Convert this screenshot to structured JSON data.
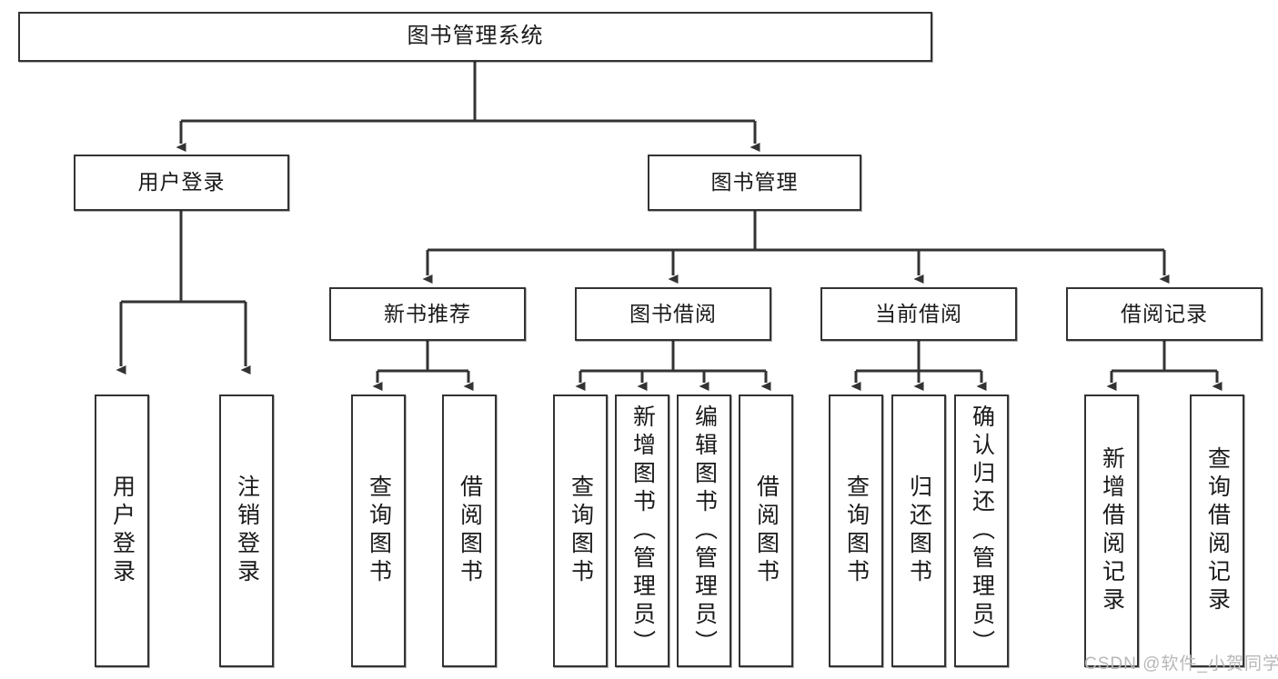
{
  "diagram": {
    "title": "图书管理系统",
    "root": {
      "label": "图书管理系统"
    },
    "level2": [
      {
        "label": "用户登录"
      },
      {
        "label": "图书管理"
      }
    ],
    "level3": [
      {
        "label": "新书推荐"
      },
      {
        "label": "图书借阅"
      },
      {
        "label": "当前借阅"
      },
      {
        "label": "借阅记录"
      }
    ],
    "leaves": {
      "user_login": [
        {
          "label": "用户登录"
        },
        {
          "label": "注销登录"
        }
      ],
      "new_book_recommend": [
        {
          "label": "查询图书"
        },
        {
          "label": "借阅图书"
        }
      ],
      "book_borrow": [
        {
          "label": "查询图书"
        },
        {
          "label": "新增图书（管理员）"
        },
        {
          "label": "编辑图书（管理员）"
        },
        {
          "label": "借阅图书"
        }
      ],
      "current_borrow": [
        {
          "label": "查询图书"
        },
        {
          "label": "归还图书"
        },
        {
          "label": "确认归还（管理员）"
        }
      ],
      "borrow_record": [
        {
          "label": "新增借阅记录"
        },
        {
          "label": "查询借阅记录"
        }
      ]
    }
  },
  "watermark": {
    "text": "CSDN @软件_小贺同学"
  },
  "colors": {
    "border": "#333333",
    "background": "#ffffff",
    "text": "#1a1a1a",
    "watermark": "#b8b8b8"
  }
}
